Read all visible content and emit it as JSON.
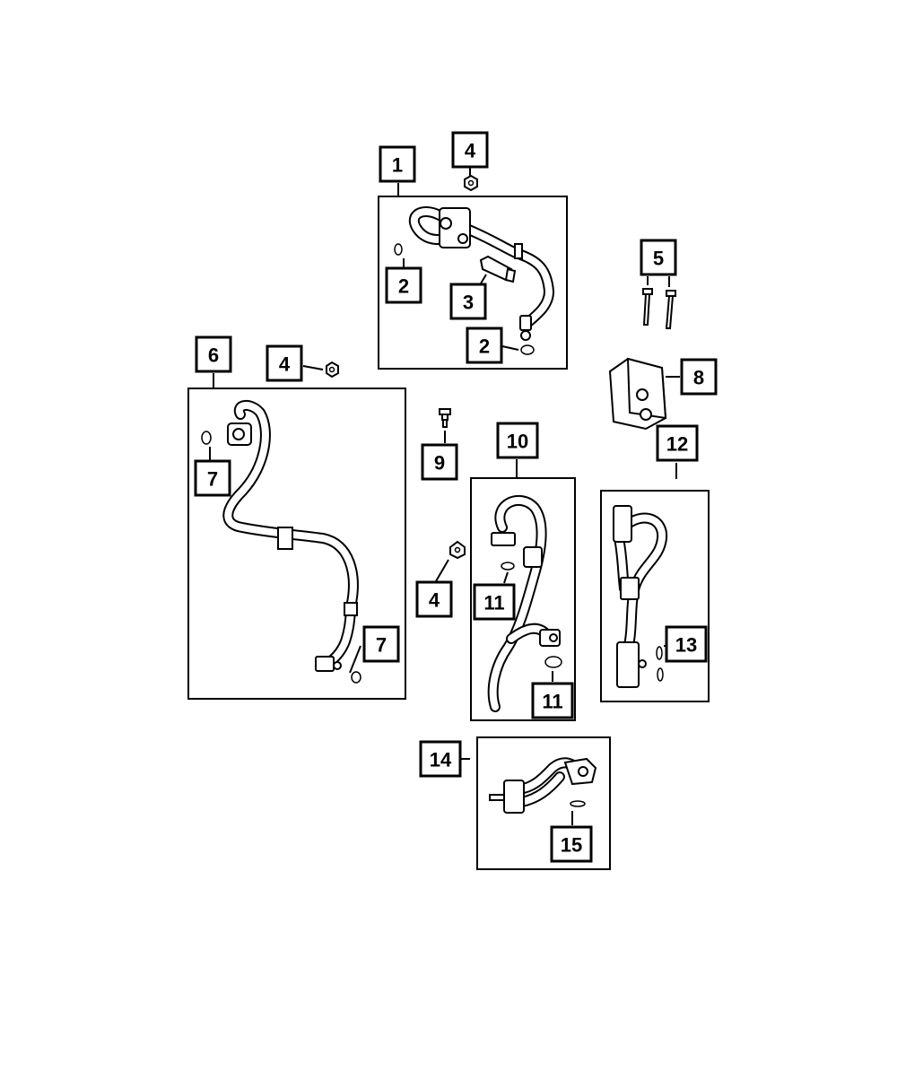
{
  "callouts": {
    "c1": "1",
    "c4a": "4",
    "c2a": "2",
    "c3": "3",
    "c2b": "2",
    "c5": "5",
    "c8": "8",
    "c6": "6",
    "c4b": "4",
    "c7a": "7",
    "c7b": "7",
    "c9": "9",
    "c4c": "4",
    "c10": "10",
    "c11a": "11",
    "c11b": "11",
    "c12": "12",
    "c13": "13",
    "c14": "14",
    "c15": "15"
  }
}
